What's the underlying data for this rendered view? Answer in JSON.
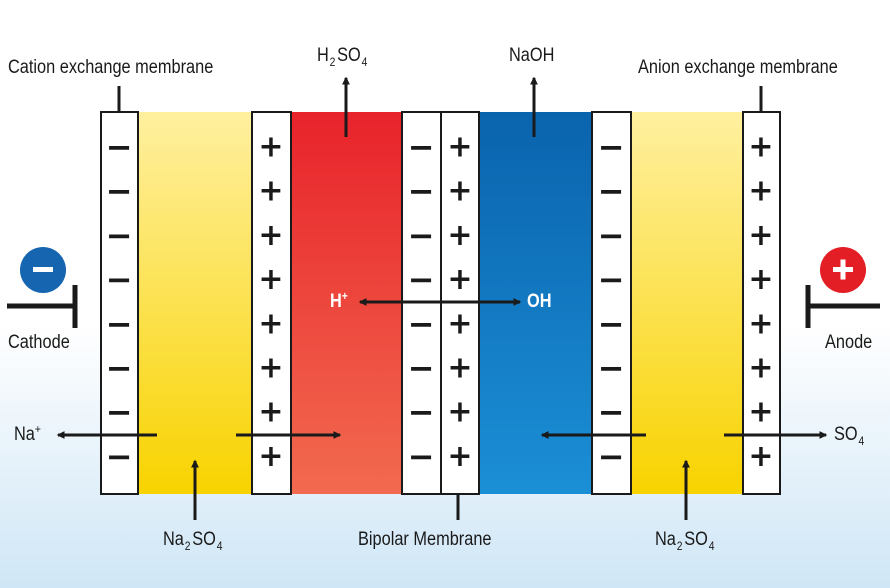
{
  "labels": {
    "cation_membrane": "Cation exchange membrane",
    "anion_membrane": "Anion exchange membrane",
    "bipolar_membrane": "Bipolar Membrane",
    "cathode": "Cathode",
    "anode": "Anode",
    "naoh": "NaOH",
    "h2so4": {
      "h": "H",
      "sub2": "2",
      "so": "SO",
      "sub4": "4"
    },
    "na2so4_left": {
      "na": "Na",
      "sub2": "2",
      "so": "SO",
      "sub4": "4"
    },
    "na2so4_right": {
      "na": "Na",
      "sub2": "2",
      "so": "SO",
      "sub4": "4"
    },
    "na_ion": {
      "na": "Na",
      "sup": "+"
    },
    "so4_ion": {
      "so": "SO",
      "sub4": "4"
    },
    "h_ion": {
      "h": "H",
      "sup": "+"
    },
    "oh_ion": "OH"
  },
  "symbols": {
    "minus": "−",
    "plus": "+"
  },
  "colors": {
    "acid_top": "#e8232b",
    "acid_bottom": "#f26a4f",
    "base_top": "#0a63ad",
    "base_bottom": "#1b8fd6",
    "feed_top": "#fff0a0",
    "feed_bottom": "#f8d300",
    "cathode_badge": "#1565b0",
    "anode_badge": "#e31e25"
  },
  "icons": {
    "cathode_badge": "minus-circle-icon",
    "anode_badge": "plus-circle-icon"
  }
}
